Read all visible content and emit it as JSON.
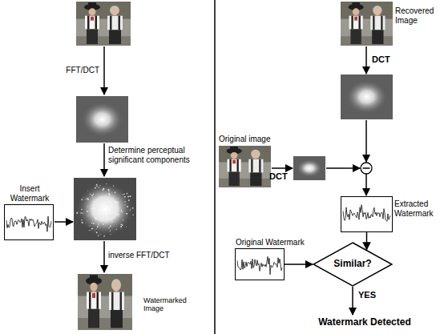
{
  "diagram": {
    "nodes": [
      {
        "text": [
          "Insert Watermark"
        ]
      },
      {
        "text": [
          "Watermarked Image"
        ]
      },
      {
        "text": [
          "Recovered Image"
        ]
      },
      {
        "text": [
          "Original image"
        ]
      },
      {
        "text": [
          "Extracted Watermark"
        ]
      },
      {
        "text": [
          "Original Watermark"
        ]
      },
      {
        "text": [
          "Similar?"
        ]
      }
    ],
    "edges": [
      {
        "from": 4,
        "to": 6,
        "arrow": "to"
      },
      {
        "from": 5,
        "to": 6,
        "arrow": "to"
      }
    ],
    "labels": [
      "FFT/DCT",
      "Determine perceptual significant components",
      "inverse FFT/DCT",
      "DCT",
      "DCT",
      "YES",
      "Watermark Detected"
    ]
  }
}
